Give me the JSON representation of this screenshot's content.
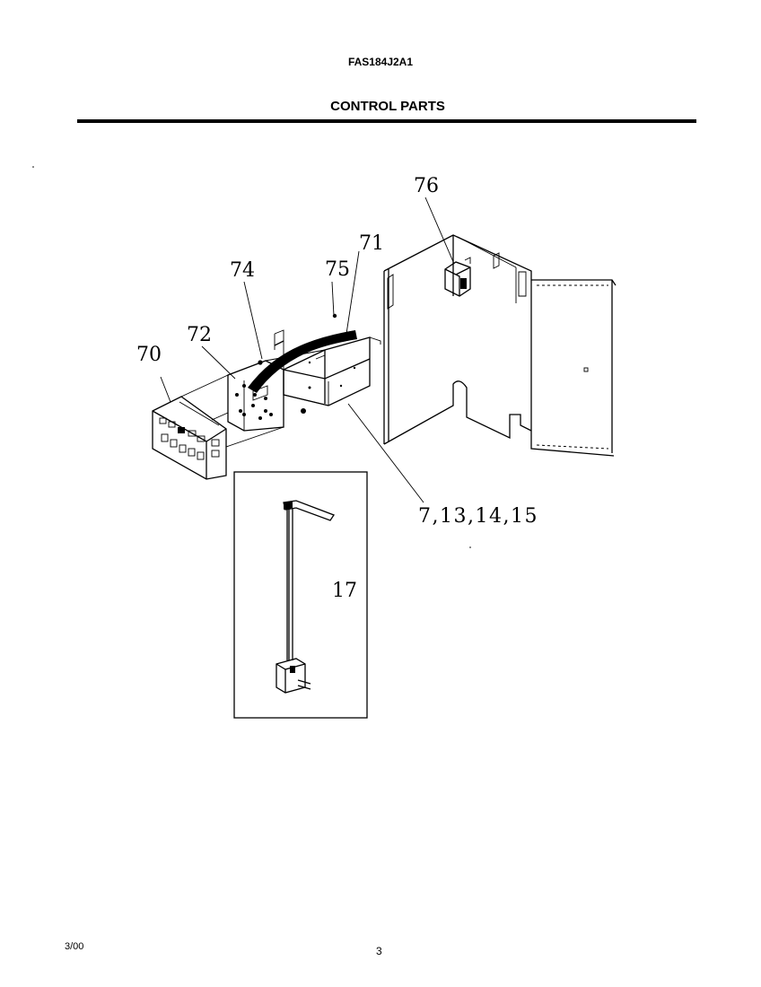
{
  "header": {
    "model_number": "FAS184J2A1",
    "section_title": "CONTROL PARTS"
  },
  "callouts": {
    "c70": "70",
    "c71": "71",
    "c72": "72",
    "c74": "74",
    "c75": "75",
    "c76": "76",
    "c_box": "7,13,14,15",
    "c17": "17"
  },
  "footer": {
    "date": "3/00",
    "page_number": "3"
  }
}
